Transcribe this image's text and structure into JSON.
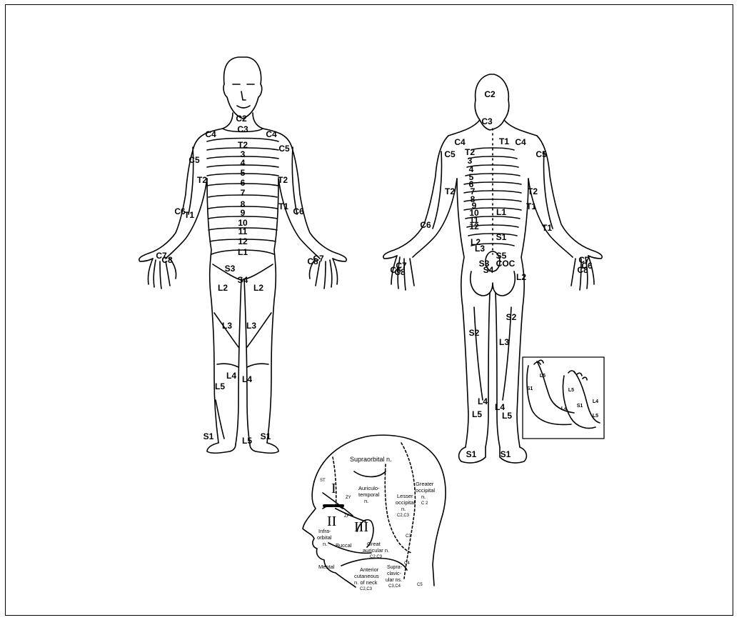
{
  "front": {
    "labels": [
      "C2",
      "C3",
      "C4",
      "C4",
      "C5",
      "C5",
      "T2",
      "3",
      "4",
      "5",
      "6",
      "7",
      "8",
      "9",
      "10",
      "11",
      "12",
      "T2",
      "T2",
      "T1",
      "T1",
      "C6",
      "C6",
      "C7",
      "C8",
      "C7",
      "C8",
      "L1",
      "S3",
      "S4",
      "L2",
      "L2",
      "L3",
      "L3",
      "L4",
      "L4",
      "L5",
      "S1",
      "S1",
      "L5"
    ]
  },
  "back": {
    "labels": [
      "C2",
      "C3",
      "C4",
      "C4",
      "C5",
      "C5",
      "T2",
      "3",
      "4",
      "5",
      "6",
      "7",
      "8",
      "9",
      "10",
      "11",
      "12",
      "T1",
      "L1",
      "S1",
      "L2",
      "L3",
      "S5",
      "S3",
      "S4",
      "COC",
      "L2",
      "T2",
      "T2",
      "T1",
      "C6",
      "T1",
      "C7",
      "C6",
      "C8",
      "C7",
      "C8",
      "C6",
      "S2",
      "S2",
      "L3",
      "L4",
      "L4",
      "L5",
      "L5",
      "S1",
      "S1"
    ]
  },
  "foot_inset": {
    "labels": [
      "L5",
      "S1",
      "L4",
      "L5",
      "S1",
      "L4",
      "L5"
    ]
  },
  "head": {
    "roman": [
      "I",
      "II",
      "III"
    ],
    "nerves": {
      "supraorbital": "Supraorbital n.",
      "greater_occipital_1": "Greater",
      "greater_occipital_2": "occipital",
      "greater_occipital_3": "n.",
      "greater_occipital_4": "C 2",
      "auriculo_1": "Auriculo-",
      "auriculo_2": "temporal",
      "auriculo_3": "n.",
      "lesser_1": "Lesser",
      "lesser_2": "occipital",
      "lesser_3": "n.",
      "lesser_4": "C2,C3",
      "infra_1": "Infra-",
      "infra_2": "orbital",
      "infra_3": "n.",
      "buccal": "Buccal",
      "great_aur_1": "Great",
      "great_aur_2": "auricular n.",
      "great_aur_3": "C2,C3",
      "mental": "Mental",
      "ant_cut_1": "Anterior",
      "ant_cut_2": "cutaneous",
      "ant_cut_3": "n. of neck",
      "ant_cut_4": "C2,C3",
      "supra_cl_1": "Supra-",
      "supra_cl_2": "clavic-",
      "supra_cl_3": "ular ns.",
      "supra_cl_4": "C3,C4",
      "st": "ST",
      "zy": "ZY",
      "zf": "ZF",
      "c3": "C3",
      "c4": "C4",
      "c5": "C5"
    }
  }
}
